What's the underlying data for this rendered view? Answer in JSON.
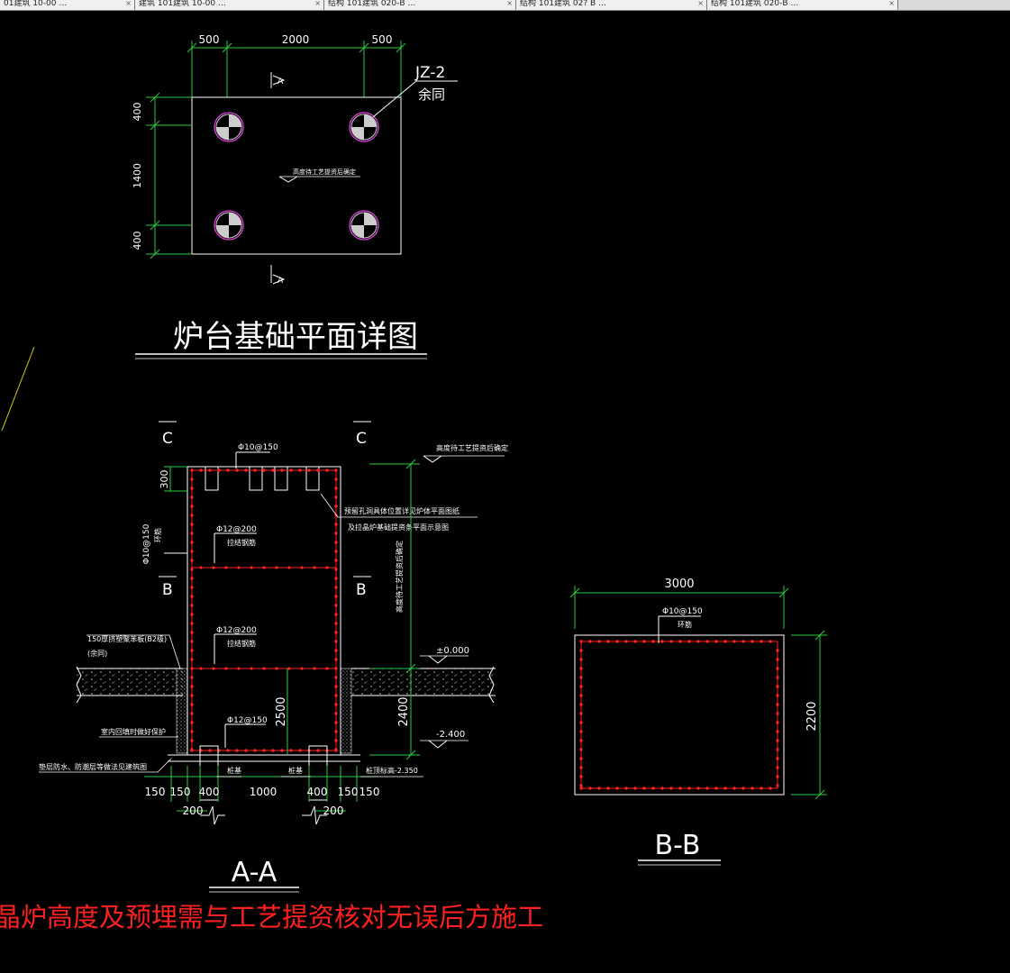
{
  "tabs": [
    {
      "label": "01建筑 10-00 …"
    },
    {
      "label": "建筑 101建筑 10-00 …"
    },
    {
      "label": "结构 101建筑 020-B …"
    },
    {
      "label": "结构 101建筑 02? B …"
    },
    {
      "label": "结构 101建筑 020-B …"
    }
  ],
  "plan": {
    "dims_top": [
      "500",
      "2000",
      "500"
    ],
    "dims_left": [
      "400",
      "1400",
      "400"
    ],
    "section_mark": "A",
    "pile_label": "JZ-2",
    "pile_note": "余同",
    "elev_note": "高度待工艺提资后确定",
    "title": "炉台基础平面详图"
  },
  "section_aa": {
    "mark_c": "C",
    "mark_b": "B",
    "rebar_top": "Φ10@150",
    "rebar_side": "Φ10@150",
    "rebar_side_note": "环筋",
    "rebar_mid1": "Φ12@200",
    "rebar_mid1_note": "拉结钢筋",
    "rebar_mid2": "Φ12@200",
    "rebar_mid2_note": "拉结钢筋",
    "rebar_bottom": "Φ12@150",
    "top_note": "高度待工艺提资后确定",
    "embed_note1": "预留孔洞具体位置详见炉体平面图纸",
    "embed_note2": "及拉晶炉基础提资条平面示意图",
    "vertical_note": "高度待工艺提资后确定",
    "dim_300": "300",
    "level_zero": "±0.000",
    "level_minus": "-2.400",
    "dim_2500": "2500",
    "dim_2400": "2400",
    "board_note1": "150厚挤塑聚苯板(B2级)",
    "board_note2": "(余同)",
    "backfill_note": "室内回填时做好保护",
    "waterproof_note": "垫层防水、防潮层等做法见建筑图",
    "pile_left": "桩基",
    "pile_right": "桩基",
    "pile_top_level": "桩顶标高-2.350",
    "dims_bottom": [
      "150",
      "150",
      "400",
      "1000",
      "400",
      "150",
      "150"
    ],
    "dim_200_left": "200",
    "dim_200_right": "200",
    "title": "A-A"
  },
  "section_bb": {
    "width": "3000",
    "height": "2200",
    "rebar": "Φ10@150",
    "rebar_note": "环筋",
    "title": "B-B"
  },
  "red_note": "晶炉高度及预埋需与工艺提资核对无误后方施工",
  "colors": {
    "background": "#000000",
    "line_white": "#ffffff",
    "dimension_green": "#2ecc40",
    "rebar_red": "#ff2020",
    "pile_magenta": "#e040e0",
    "stray_yellow": "#d4d000"
  }
}
